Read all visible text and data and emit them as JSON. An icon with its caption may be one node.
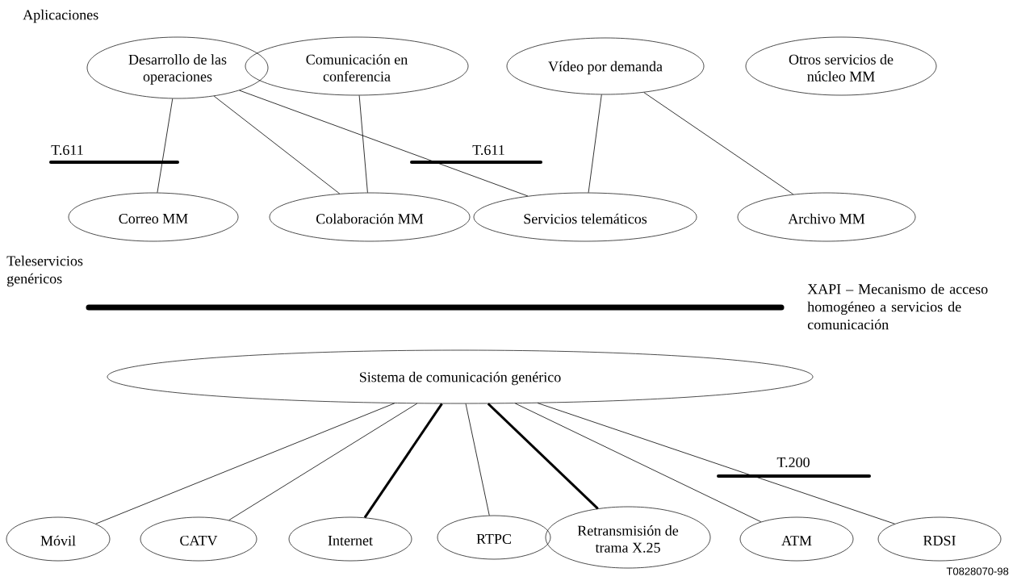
{
  "diagram": {
    "nodes": [
      {
        "text": [
          "Desarrollo de las operaciones"
        ]
      },
      {
        "text": [
          "Comunicación en conferencia"
        ]
      },
      {
        "text": [
          "Vídeo por demanda"
        ]
      },
      {
        "text": [
          "Otros servicios de núcleo MM"
        ]
      },
      {
        "text": [
          "Correo MM"
        ]
      },
      {
        "text": [
          "Colaboración MM"
        ]
      },
      {
        "text": [
          "Servicios telemáticos"
        ]
      },
      {
        "text": [
          "Archivo MM"
        ]
      },
      {
        "text": [
          "Sistema de comunicación genérico"
        ]
      },
      {
        "text": [
          "Móvil"
        ]
      },
      {
        "text": [
          "CATV"
        ]
      },
      {
        "text": [
          "Internet"
        ]
      },
      {
        "text": [
          "RTPC"
        ]
      },
      {
        "text": [
          "Retransmisión de trama X.25"
        ]
      },
      {
        "text": [
          "ATM"
        ]
      },
      {
        "text": [
          "RDSI"
        ]
      }
    ],
    "edges": [
      {
        "from": 0,
        "to": 4,
        "arrow": "none"
      },
      {
        "from": 0,
        "to": 5,
        "arrow": "none"
      },
      {
        "from": 0,
        "to": 6,
        "arrow": "none"
      },
      {
        "from": 1,
        "to": 5,
        "arrow": "none"
      },
      {
        "from": 2,
        "to": 6,
        "arrow": "none"
      },
      {
        "from": 2,
        "to": 7,
        "arrow": "none"
      },
      {
        "from": 8,
        "to": 9,
        "arrow": "none"
      },
      {
        "from": 8,
        "to": 10,
        "arrow": "none"
      },
      {
        "from": 8,
        "to": 11,
        "arrow": "none",
        "style": "thick"
      },
      {
        "from": 8,
        "to": 12,
        "arrow": "none"
      },
      {
        "from": 8,
        "to": 13,
        "arrow": "none",
        "style": "thick"
      },
      {
        "from": 8,
        "to": 14,
        "arrow": "none"
      },
      {
        "from": 8,
        "to": 15,
        "arrow": "none"
      }
    ],
    "labels": [
      "Aplicaciones",
      "T.611",
      "T.611",
      "Teleservicios genéricos",
      "XAPI – Mecanismo de acceso homogéneo a servicios de comunicación",
      "T.200",
      "T0828070-98"
    ]
  }
}
